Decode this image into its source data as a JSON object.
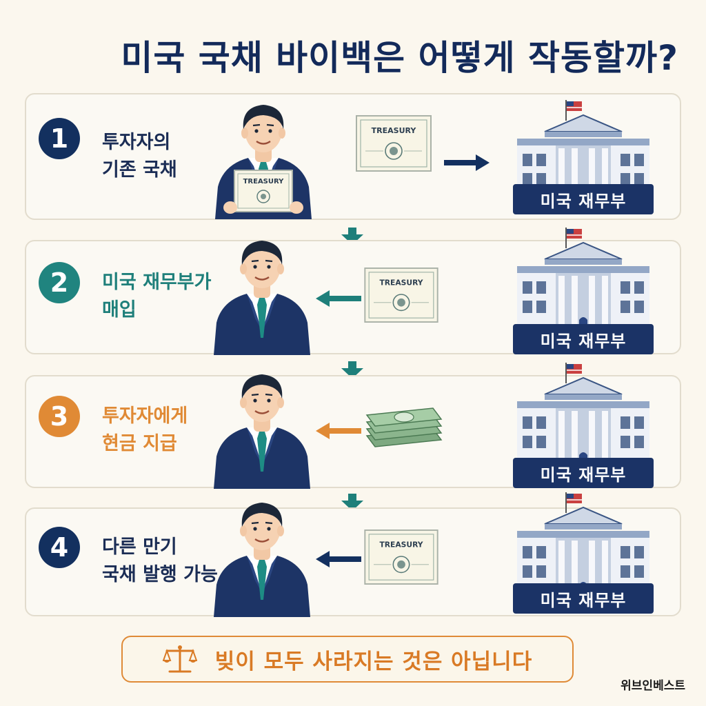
{
  "title": "미국 국채 바이백은 어떻게 작동할까?",
  "steps": [
    {
      "num": "1",
      "line1": "투자자의",
      "line2": "기존 국채",
      "color": "#13305f",
      "doc": "TREASURY",
      "building_label": "미국 재무부"
    },
    {
      "num": "2",
      "line1": "미국 재무부가",
      "line2": "매입",
      "color": "#20847f",
      "doc": "TREASURY",
      "building_label": "미국 재무부"
    },
    {
      "num": "3",
      "line1": "투자자에게",
      "line2": "현금 지급",
      "color": "#e08a35",
      "building_label": "미국 재무부"
    },
    {
      "num": "4",
      "line1": "다른 만기",
      "line2": "국채 발행 가능",
      "color": "#13305f",
      "doc": "TREASURY",
      "building_label": "미국 재무부"
    }
  ],
  "person_certificate": "TREASURY",
  "banner": {
    "text": "빚이 모두 사라지는 것은 아닙니다",
    "icon": "scales-icon"
  },
  "brand": "위브인베스트"
}
